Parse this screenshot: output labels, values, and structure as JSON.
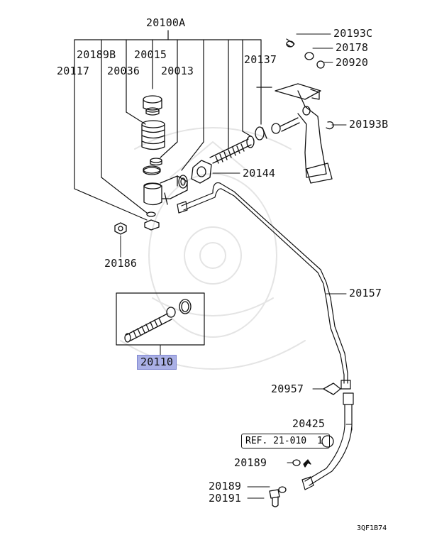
{
  "diagram": {
    "labels": {
      "p20100A": "20100A",
      "p20189B": "20189B",
      "p20015": "20015",
      "p20117": "20117",
      "p20036": "20036",
      "p20013": "20013",
      "p20137": "20137",
      "p20193C": "20193C",
      "p20178": "20178",
      "p20920": "20920",
      "p20193B": "20193B",
      "p20144": "20144",
      "p20186": "20186",
      "p20157": "20157",
      "p20110": "20110",
      "p20957": "20957",
      "p20425": "20425",
      "p20189": "20189",
      "p20189b": "20189",
      "p20191": "20191"
    },
    "reference": {
      "text": "REF. 21-010",
      "circled": "1"
    },
    "drawing_code": "3QF1B74",
    "highlight_color": "#aab0e6"
  }
}
